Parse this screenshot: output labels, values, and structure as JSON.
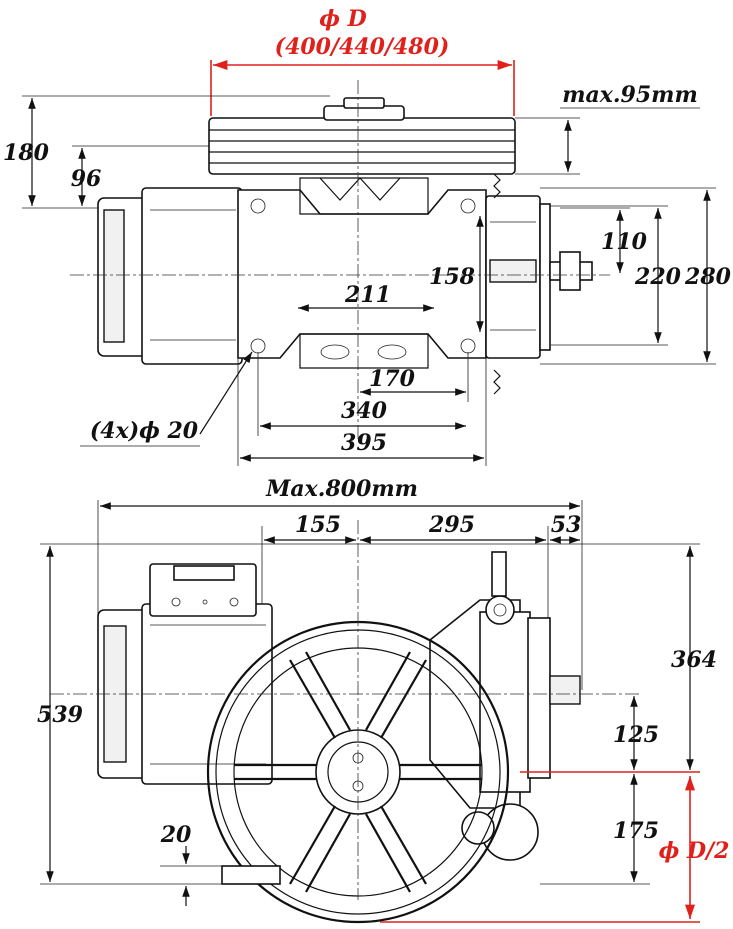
{
  "top_view": {
    "diameter_label": "ϕ D",
    "diameter_options": "(400/440/480)",
    "max_95": "max.95mm",
    "dim_180": "180",
    "dim_96": "96",
    "dim_110": "110",
    "dim_158": "158",
    "dim_220": "220",
    "dim_280": "280",
    "dim_211": "211",
    "dim_170": "170",
    "dim_340": "340",
    "dim_395": "395",
    "holes": "(4x)ϕ 20"
  },
  "front_view": {
    "max_800": "Max.800mm",
    "dim_155": "155",
    "dim_295": "295",
    "dim_53": "53",
    "dim_364": "364",
    "dim_539": "539",
    "dim_125": "125",
    "dim_175": "175",
    "dim_20": "20",
    "half_diameter": "ϕ D/2"
  },
  "colors": {
    "dimension_red": "#e0201b",
    "line_black": "#111111"
  }
}
